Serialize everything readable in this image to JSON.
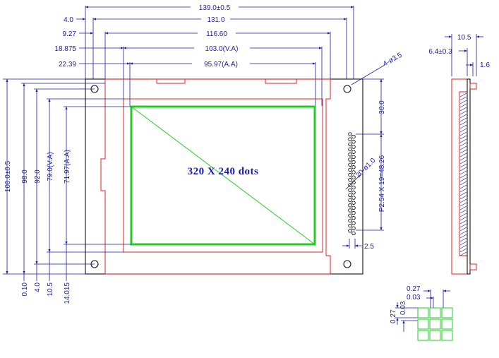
{
  "drawing": {
    "main_label": "320 X 240 dots",
    "top_dimensions": {
      "overall_width": "139.0±0.5",
      "pcb_offset": "4.0",
      "bezel_width": "131.0",
      "bezel_offset": "9.27",
      "bezel_inner_width": "116.60",
      "va_offset": "18.875",
      "va_width": "103.0(V.A)",
      "aa_offset": "22.39",
      "aa_width": "95.97(A.A)"
    },
    "left_dimensions": {
      "overall_height": "100.0±0.5",
      "bezel_height": "98.0",
      "inner_height": "92.0",
      "va_height": "79.0(V.A)",
      "aa_height": "71.97(A.A)"
    },
    "bottom_dimensions": [
      "0.10",
      "4.0",
      "10.5",
      "14.015"
    ],
    "hole_label": "4-ø3.5",
    "right_dimensions": {
      "connector_offset": "30.0",
      "pin_pitch": "P2.54 X 19=48.26",
      "pin_diameter": "20-ø1.0",
      "connector_edge": "2.5"
    },
    "side_view": {
      "total_thickness": "10.5",
      "body_thickness": "6.4±0.3",
      "pcb_thickness": "1.6"
    },
    "pixel_detail": {
      "pitch_h": "0.27",
      "gap_h": "0.03",
      "pitch_v": "0.27",
      "gap_v": "0.03"
    }
  }
}
